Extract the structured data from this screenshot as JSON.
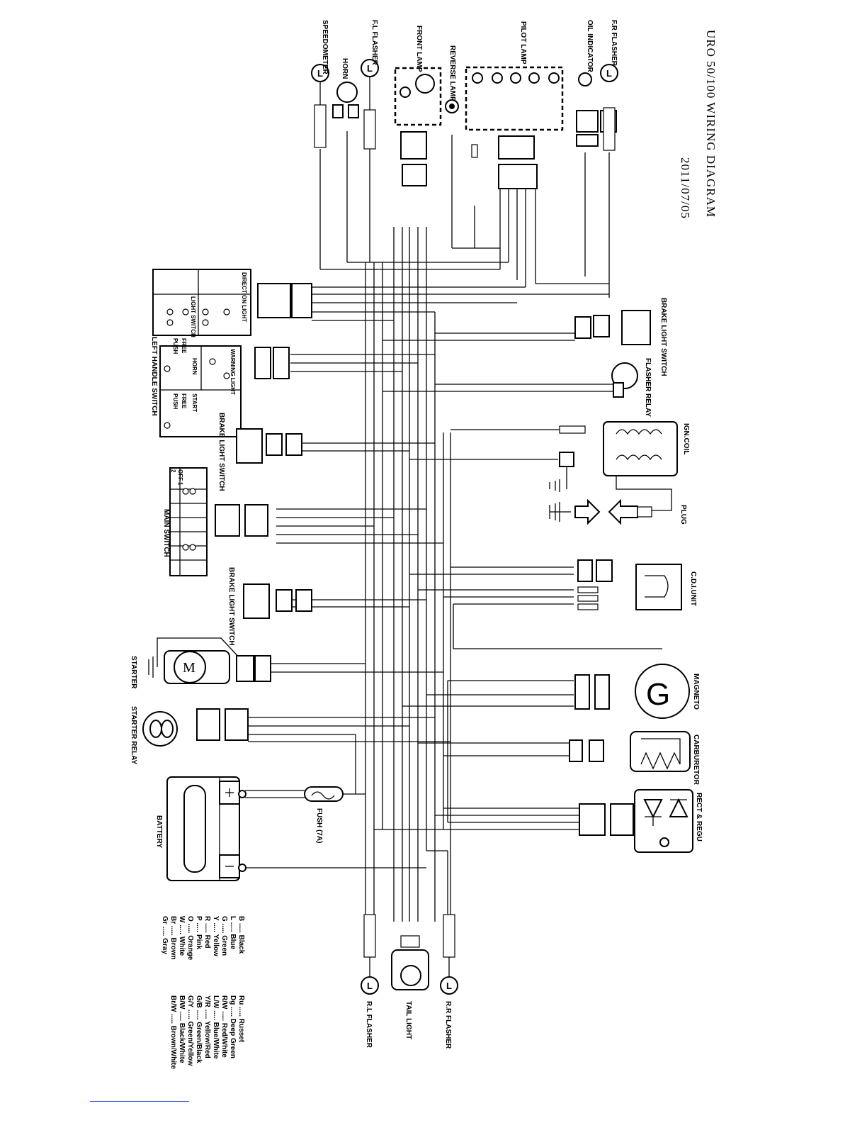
{
  "header": {
    "title": "URO 50/100 WIRING DIAGRAM",
    "date": "2011/07/05"
  },
  "components": {
    "speedometer": "SPEEDOMETER",
    "horn": "HORN",
    "fl_flasher": "F.L FLASHER",
    "front_lamp": "FRONT LAMP",
    "reverse_lamp": "REVERSE LAMP",
    "pilot_lamp": "PILOT LAMP",
    "oil_indicator": "OIL INDICATOR",
    "fr_flasher": "F.R FLASHER",
    "brake_light_switch": "BRAKE LIGHT SWITCH",
    "flasher_relay": "FLASHER RELAY",
    "ign_coil": "IGN.COIL",
    "plug": "PLUG",
    "cdi_unit": "C.D.I.UNIT",
    "magneto": "MAGNETO",
    "carburetor": "CARBURETOR",
    "rect_regu": "RECT & REGU",
    "left_handle_switch": "LEFT HANDLE SWITCH",
    "main_switch": "MAIN SWITCH",
    "starter": "STARTER",
    "starter_relay": "STARTER RELAY",
    "battery": "BATTERY",
    "fuse": "FUSH (7A)",
    "rl_flasher": "R.L FLASHER",
    "tail_light": "TAIL LIGHT",
    "rr_flasher": "R.R FLASHER"
  },
  "switch_tables": {
    "direction_light": "DIRECTION LIGHT",
    "light_switch": "LIGHT SWITCH",
    "warning_light": "WARNING LIGHT",
    "horn": "HORN",
    "start": "START",
    "free": "FREE",
    "push": "PUSH",
    "off": "OFF",
    "one": "1",
    "two": "2"
  },
  "legend": {
    "left": [
      {
        "code": "B",
        "name": "Black"
      },
      {
        "code": "L",
        "name": "Blue"
      },
      {
        "code": "G",
        "name": "Green"
      },
      {
        "code": "Y",
        "name": "Yellow"
      },
      {
        "code": "R",
        "name": "Red"
      },
      {
        "code": "P",
        "name": "Pink"
      },
      {
        "code": "O",
        "name": "Orange"
      },
      {
        "code": "W",
        "name": "White"
      },
      {
        "code": "Br",
        "name": "Brown"
      },
      {
        "code": "Gr",
        "name": "Gray"
      }
    ],
    "right": [
      {
        "code": "Ru",
        "name": "Russet"
      },
      {
        "code": "Dg",
        "name": "Deep Green"
      },
      {
        "code": "R/W",
        "name": "Red/White"
      },
      {
        "code": "L/W",
        "name": "Blue/White"
      },
      {
        "code": "Y/R",
        "name": "Yellow/Red"
      },
      {
        "code": "G/B",
        "name": "Green/Black"
      },
      {
        "code": "G/Y",
        "name": "Green/Yellow"
      },
      {
        "code": "B/W",
        "name": "Black/White"
      },
      {
        "code": "Br/W",
        "name": "Brown/White"
      }
    ]
  }
}
